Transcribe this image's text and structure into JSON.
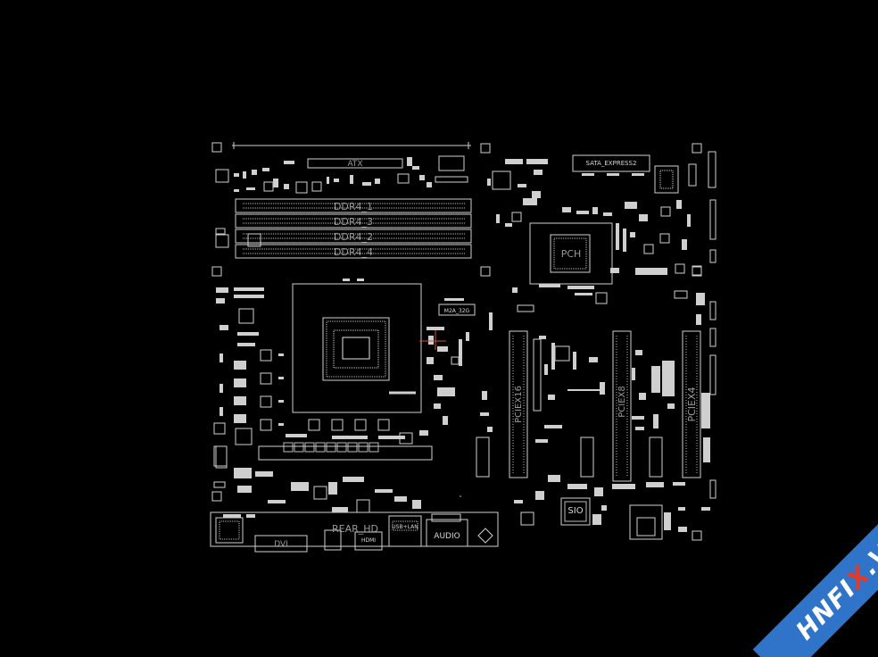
{
  "labels": {
    "atx": "ATX",
    "sata": "SATA_EXPRESS2",
    "ddr4_1": "DDR4_1",
    "ddr4_3": "DDR4_3",
    "ddr4_2": "DDR4_2",
    "ddr4_4": "DDR4_4",
    "pch": "PCH",
    "m2a": "M2A_32G",
    "pciex16": "PCIEX16",
    "pciex8": "PCIEX8",
    "pciex4": "PCIEX4",
    "sio": "SIO",
    "dvi": "DVI",
    "rear_hd": "REAR_HD",
    "hdmi": "HDMI",
    "usb_lan": "USB+LAN",
    "audio": "AUDIO"
  },
  "watermark": {
    "part1": "HNFI",
    "part2": "X",
    "part3": ".VN"
  },
  "colors": {
    "background": "#000000",
    "outline": "#cfcfcf",
    "label": "#9a9a9a",
    "watermark_blue": "#2f74c8",
    "watermark_red": "#e23a2b"
  }
}
